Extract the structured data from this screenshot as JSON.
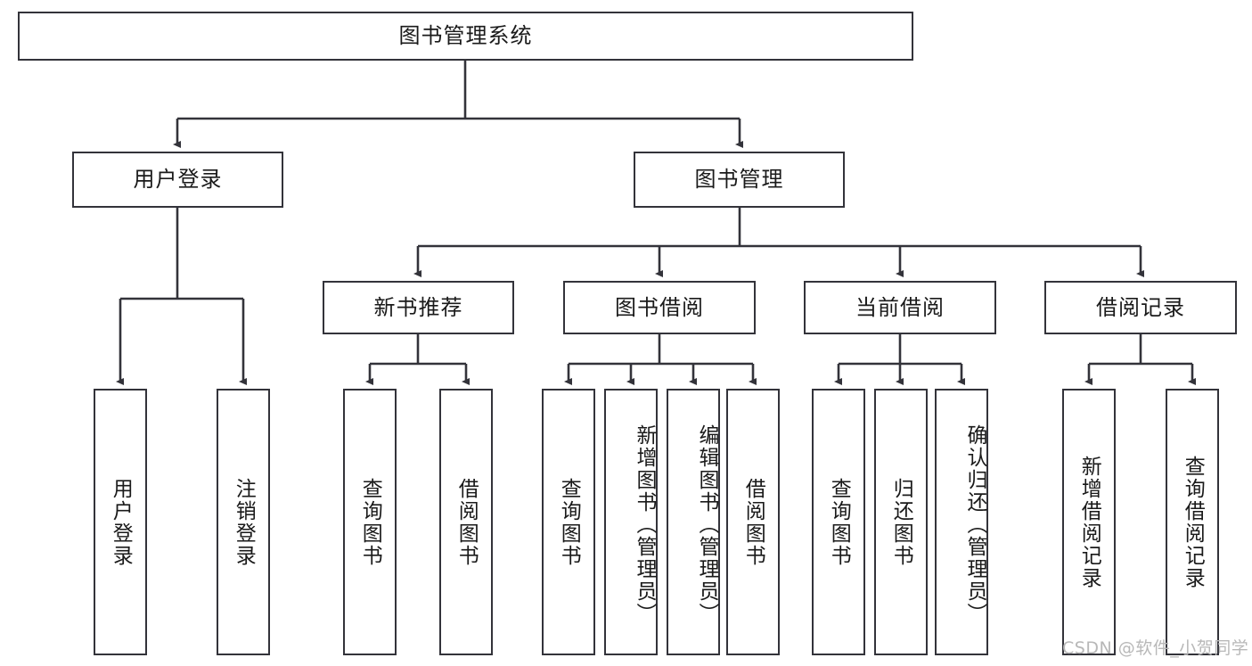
{
  "diagram": {
    "title": "图书管理系统",
    "type": "tree-hierarchy-diagram",
    "colors": {
      "stroke": "#33333a",
      "fill": "#ffffff",
      "text": "#1a1a1a",
      "watermark": "#b8b8b8"
    },
    "watermark": "CSDN @软件_小贺同学",
    "root": {
      "label": "图书管理系统"
    },
    "level2": [
      {
        "label": "用户登录"
      },
      {
        "label": "图书管理"
      }
    ],
    "level3": [
      {
        "label": "新书推荐"
      },
      {
        "label": "图书借阅"
      },
      {
        "label": "当前借阅"
      },
      {
        "label": "借阅记录"
      }
    ],
    "leaves": {
      "user_login": [
        {
          "label": "用户登录"
        },
        {
          "label": "注销登录"
        }
      ],
      "new_book": [
        {
          "label": "查询图书"
        },
        {
          "label": "借阅图书"
        }
      ],
      "book_borrow": [
        {
          "label": "查询图书"
        },
        {
          "label": "新增图书（管理员）"
        },
        {
          "label": "编辑图书（管理员）"
        },
        {
          "label": "借阅图书"
        }
      ],
      "current_borrow": [
        {
          "label": "查询图书"
        },
        {
          "label": "归还图书"
        },
        {
          "label": "确认归还（管理员）"
        }
      ],
      "borrow_record": [
        {
          "label": "新增借阅记录"
        },
        {
          "label": "查询借阅记录"
        }
      ]
    }
  }
}
